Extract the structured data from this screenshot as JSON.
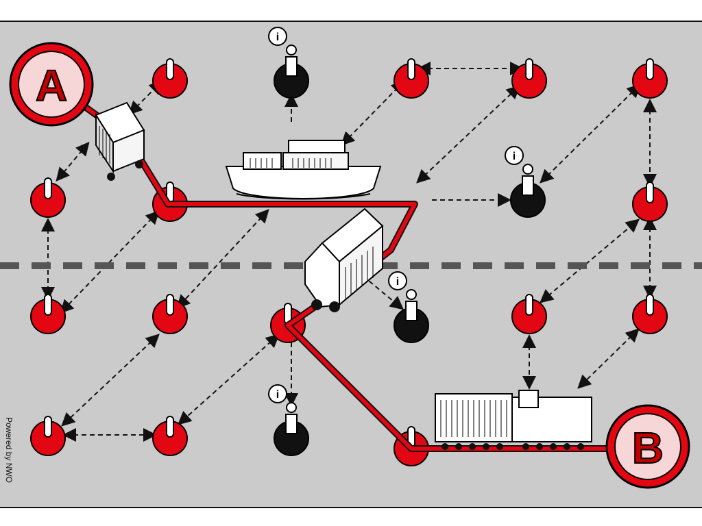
{
  "labels": {
    "start": "A",
    "end": "B"
  },
  "credit": "Powered by NWO"
}
